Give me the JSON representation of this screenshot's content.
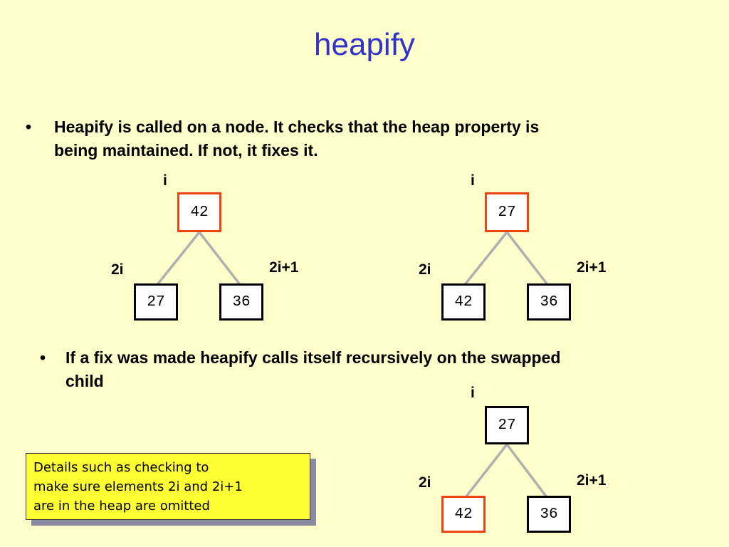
{
  "title": "heapify",
  "bullets": [
    {
      "marker": "•",
      "line1": "Heapify is called on a node. It checks that the heap property is",
      "line2": "being maintained. If not, it fixes it."
    },
    {
      "marker": "•",
      "line1": "If a fix was made heapify calls itself recursively on the swapped",
      "line2": "child"
    }
  ],
  "trees": [
    {
      "index_label": "i",
      "left_label": "2i",
      "right_label": "2i+1",
      "root": "42",
      "left": "27",
      "right": "36",
      "highlighted": "root"
    },
    {
      "index_label": "i",
      "left_label": "2i",
      "right_label": "2i+1",
      "root": "27",
      "left": "42",
      "right": "36",
      "highlighted": "root"
    },
    {
      "index_label": "i",
      "left_label": "2i",
      "right_label": "2i+1",
      "root": "27",
      "left": "42",
      "right": "36",
      "highlighted": "left"
    }
  ],
  "note": {
    "lines": [
      "Details such as checking to",
      "make sure elements 2i and 2i+1",
      "are in the heap are omitted"
    ]
  },
  "colors": {
    "title": "#3333cc",
    "background": "#ffffcc",
    "highlight_border": "#ee4411",
    "note_fill": "#ffff33",
    "edge": "#b0b0b0"
  }
}
